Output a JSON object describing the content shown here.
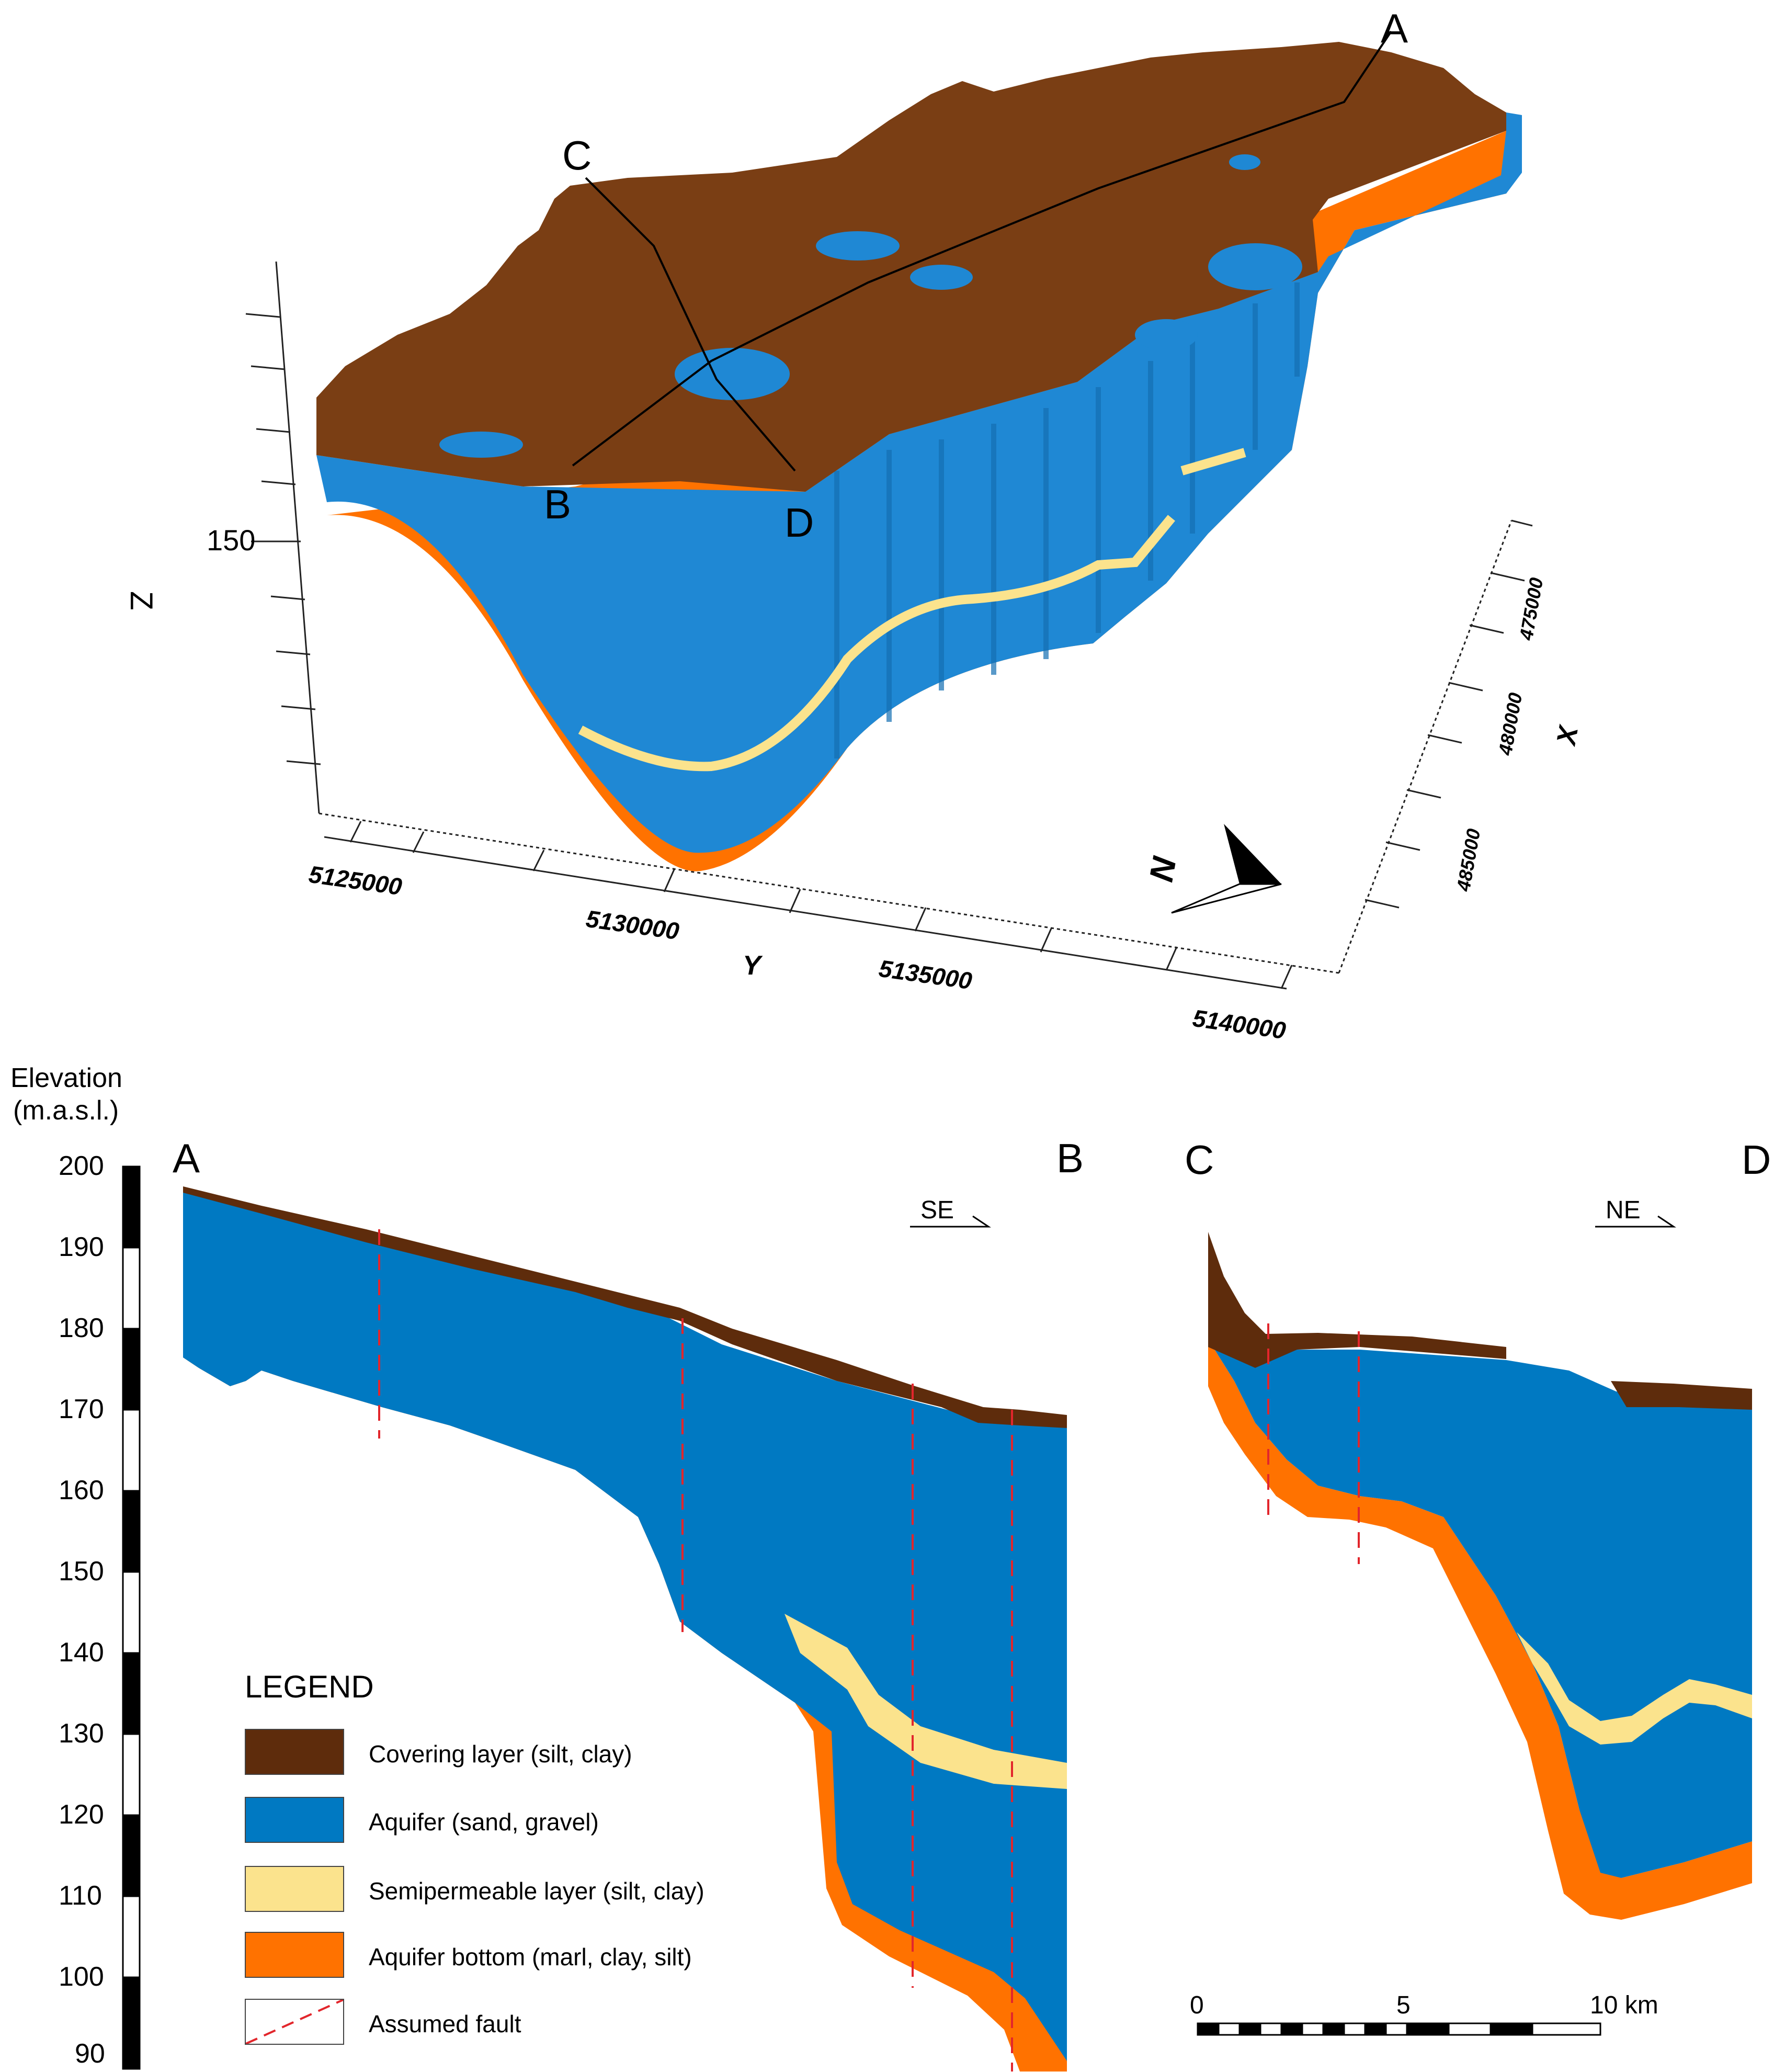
{
  "colors": {
    "cover": "#5e2c0c",
    "cover_3d": "#7a3e14",
    "aquifer": "#0079c2",
    "aquifer_3d": "#1f88d4",
    "semi": "#fbe38d",
    "bottom": "#ff7200",
    "fault": "#e2262c"
  },
  "block3d": {
    "section_points": [
      "A",
      "B",
      "C",
      "D"
    ],
    "z_axis": {
      "label": "Z",
      "tick": "150"
    },
    "y_axis": {
      "label": "Y",
      "ticks": [
        "5125000",
        "5130000",
        "5135000",
        "5140000"
      ]
    },
    "x_axis": {
      "label": "X",
      "ticks": [
        "475000",
        "480000",
        "485000"
      ]
    },
    "north_label": "N"
  },
  "elevation_axis": {
    "title_line1": "Elevation",
    "title_line2": "(m.a.s.l.)",
    "ticks": [
      "200",
      "190",
      "180",
      "170",
      "160",
      "150",
      "140",
      "130",
      "120",
      "110",
      "100",
      "90"
    ]
  },
  "sections": [
    {
      "start": "A",
      "end": "B",
      "direction": "SE"
    },
    {
      "start": "C",
      "end": "D",
      "direction": "NE"
    }
  ],
  "legend": {
    "title": "LEGEND",
    "items": [
      {
        "key": "cover",
        "label": "Covering layer (silt, clay)"
      },
      {
        "key": "aquifer",
        "label": "Aquifer (sand, gravel)"
      },
      {
        "key": "semi",
        "label": "Semipermeable layer (silt, clay)"
      },
      {
        "key": "bottom",
        "label": "Aquifer bottom (marl, clay, silt)"
      },
      {
        "key": "fault",
        "label": "Assumed fault"
      }
    ]
  },
  "scale_bar": {
    "labels": [
      "0",
      "5",
      "10 km"
    ]
  }
}
